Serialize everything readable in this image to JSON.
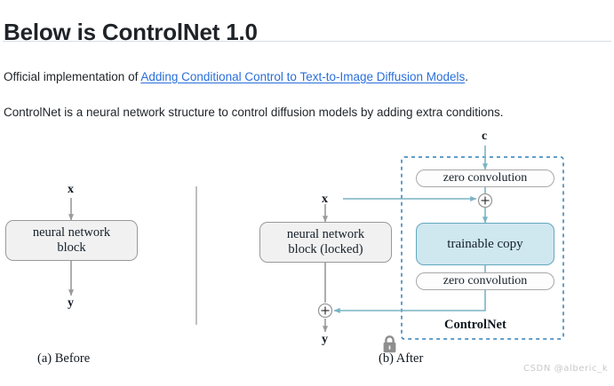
{
  "header": {
    "title": "Below is ControlNet 1.0"
  },
  "body_text": {
    "official_prefix": "Official implementation of ",
    "paper_link": "Adding Conditional Control to Text-to-Image Diffusion Models",
    "official_suffix": ".",
    "description": "ControlNet is a neural network structure to control diffusion models by adding extra conditions."
  },
  "figure": {
    "left_panel": {
      "input_label": "x",
      "block_label": "neural network\nblock",
      "output_label": "y",
      "caption": "(a) Before"
    },
    "right_panel": {
      "input_label": "x",
      "condition_label": "c",
      "locked_block_label": "neural network\nblock (locked)",
      "lock_icon": "padlock-icon",
      "zero_conv_top_label": "zero convolution",
      "trainable_copy_label": "trainable copy",
      "zero_conv_bottom_label": "zero convolution",
      "add_node_top_label": "+",
      "add_node_bottom_label": "+",
      "output_label": "y",
      "controlnet_label": "ControlNet",
      "caption": "(b) After"
    }
  },
  "watermark": {
    "text": "CSDN @alberic_k"
  },
  "colors": {
    "link": "#2a6fdb",
    "title": "#1f2328",
    "rule": "#d8dee4",
    "gray_box_fill": "#f1f1f1",
    "gray_box_border": "#9a9a9a",
    "blue_box_fill": "#cfe7ef",
    "blue_box_border": "#63a8bd",
    "teal_arrow": "#79b4c4",
    "gray_arrow": "#9a9a9a",
    "dashed_border": "#2f7fb5",
    "lock": "#8e8e8e",
    "watermark": "#c9c9c9"
  }
}
